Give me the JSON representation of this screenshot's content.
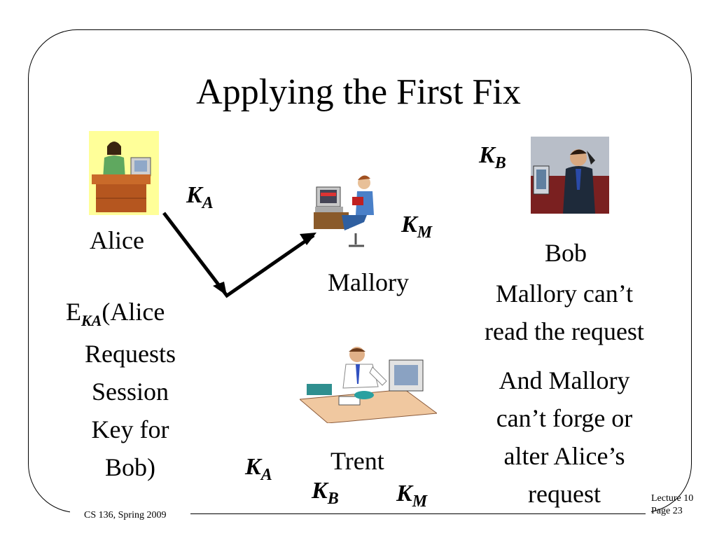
{
  "title": "Applying the First Fix",
  "alice": {
    "name": "Alice"
  },
  "mallory": {
    "name": "Mallory"
  },
  "bob": {
    "name": "Bob"
  },
  "trent": {
    "name": "Trent"
  },
  "keys": {
    "letter": "K",
    "alice_sub": "A",
    "mallory_sub": "M",
    "bob_sub": "B"
  },
  "message": {
    "prefix": "E",
    "sub": "KA",
    "rest": "(Alice",
    "lines": [
      "Requests",
      "Session",
      "Key for",
      "Bob)"
    ]
  },
  "bob_notes": {
    "note1_lines": [
      "Mallory can’t",
      "read the request"
    ],
    "note2_lines": [
      "And Mallory",
      "can’t forge or",
      "alter Alice’s",
      "request"
    ]
  },
  "footer": {
    "course": "CS 136, Spring 2009",
    "lecture": "Lecture 10",
    "page": "Page 23"
  },
  "icons": [
    "alice-desk-icon",
    "mallory-computer-icon",
    "bob-phone-icon",
    "trent-busy-desk-icon"
  ]
}
